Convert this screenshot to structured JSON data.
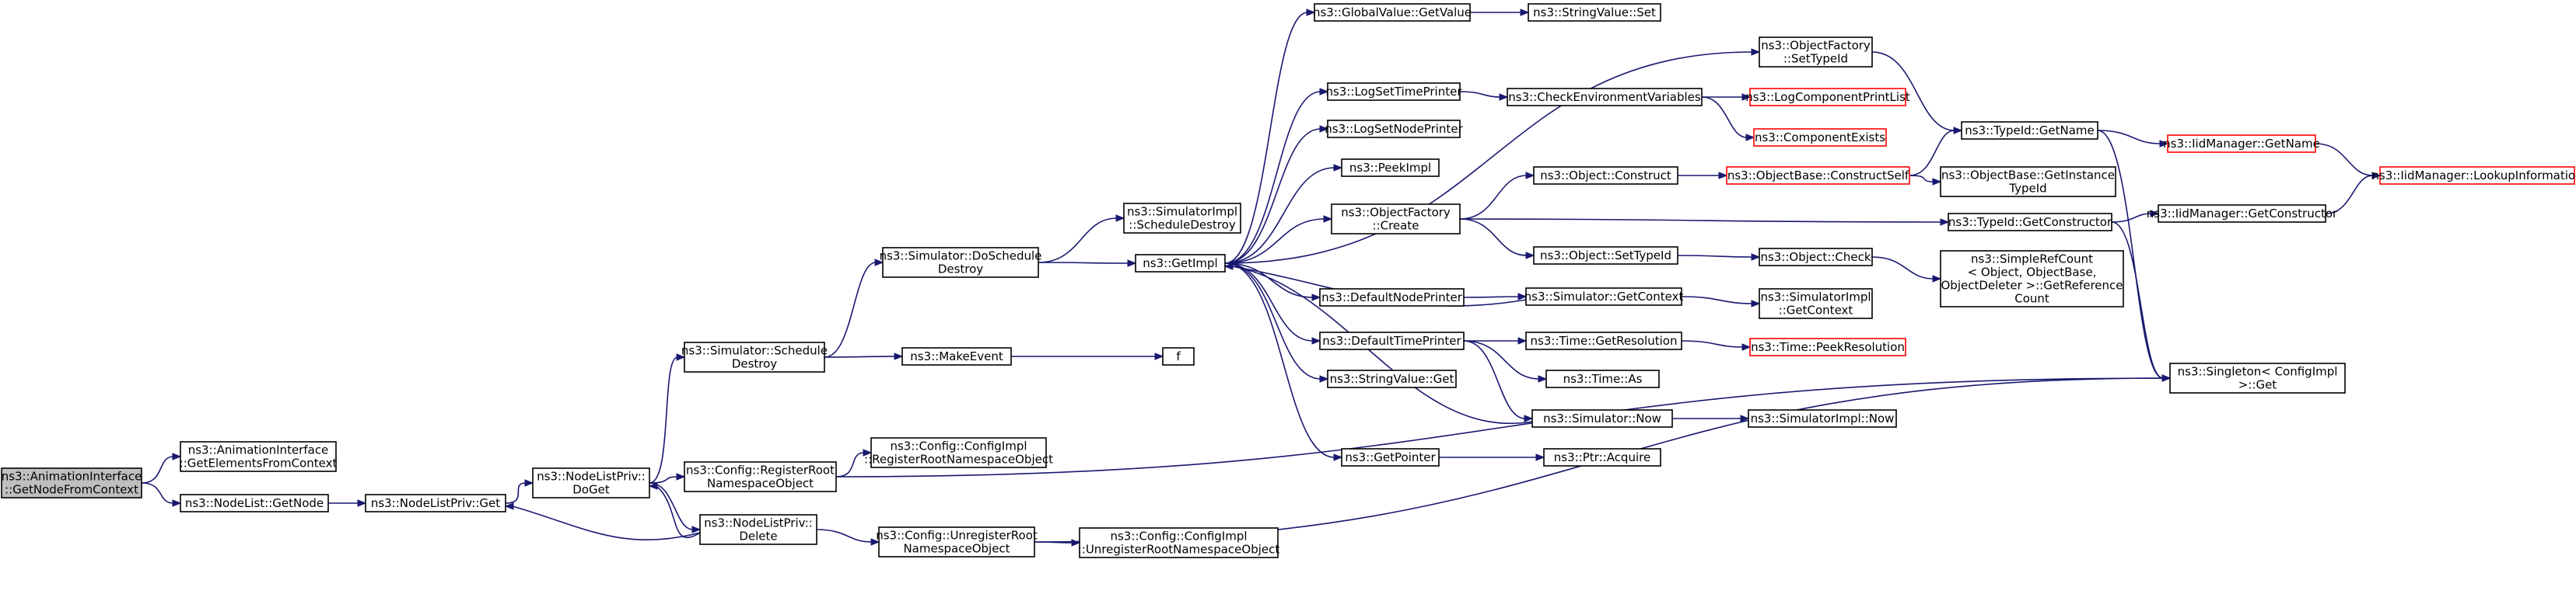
{
  "colors": {
    "edge": "#191970",
    "box_border": "#000000",
    "box_border_missing": "#ff0000",
    "box_fill": "#ffffff",
    "root_fill": "#bfbfbf"
  },
  "nodes": {
    "n0": {
      "lines": [
        "ns3::AnimationInterface",
        "::GetNodeFromContext"
      ],
      "style": "root"
    },
    "n1": {
      "lines": [
        "ns3::AnimationInterface",
        "::GetElementsFromContext"
      ],
      "style": "normal"
    },
    "n2": {
      "lines": [
        "ns3::NodeList::GetNode"
      ],
      "style": "normal"
    },
    "n3": {
      "lines": [
        "ns3::NodeListPriv::Get"
      ],
      "style": "normal"
    },
    "n4": {
      "lines": [
        "ns3::NodeListPriv::",
        "DoGet"
      ],
      "style": "normal"
    },
    "n5": {
      "lines": [
        "ns3::Simulator::Schedule",
        "Destroy"
      ],
      "style": "normal"
    },
    "n6": {
      "lines": [
        "ns3::Config::RegisterRoot",
        "NamespaceObject"
      ],
      "style": "normal"
    },
    "n7": {
      "lines": [
        "ns3::NodeListPriv::",
        "Delete"
      ],
      "style": "normal"
    },
    "n8": {
      "lines": [
        "ns3::Simulator::DoSchedule",
        "Destroy"
      ],
      "style": "normal"
    },
    "n9": {
      "lines": [
        "ns3::MakeEvent"
      ],
      "style": "normal"
    },
    "n10": {
      "lines": [
        "ns3::Config::ConfigImpl",
        "::RegisterRootNamespaceObject"
      ],
      "style": "normal"
    },
    "n11": {
      "lines": [
        "ns3::Config::UnregisterRoot",
        "NamespaceObject"
      ],
      "style": "normal"
    },
    "n12": {
      "lines": [
        "ns3::Config::ConfigImpl",
        "::UnregisterRootNamespaceObject"
      ],
      "style": "normal"
    },
    "n13": {
      "lines": [
        "ns3::SimulatorImpl",
        "::ScheduleDestroy"
      ],
      "style": "normal"
    },
    "n14": {
      "lines": [
        "ns3::GetImpl"
      ],
      "style": "normal"
    },
    "n15": {
      "lines": [
        "f"
      ],
      "style": "normal"
    },
    "n16": {
      "lines": [
        "ns3::GlobalValue::GetValue"
      ],
      "style": "normal"
    },
    "n17": {
      "lines": [
        "ns3::LogSetTimePrinter"
      ],
      "style": "normal"
    },
    "n18": {
      "lines": [
        "ns3::LogSetNodePrinter"
      ],
      "style": "normal"
    },
    "n19": {
      "lines": [
        "ns3::PeekImpl"
      ],
      "style": "normal"
    },
    "n20": {
      "lines": [
        "ns3::ObjectFactory",
        "::Create"
      ],
      "style": "normal"
    },
    "n21": {
      "lines": [
        "ns3::DefaultNodePrinter"
      ],
      "style": "normal"
    },
    "n22": {
      "lines": [
        "ns3::DefaultTimePrinter"
      ],
      "style": "normal"
    },
    "n23": {
      "lines": [
        "ns3::StringValue::Get"
      ],
      "style": "normal"
    },
    "n24": {
      "lines": [
        "ns3::GetPointer"
      ],
      "style": "normal"
    },
    "n25": {
      "lines": [
        "ns3::StringValue::Set"
      ],
      "style": "normal"
    },
    "n26": {
      "lines": [
        "ns3::CheckEnvironmentVariables"
      ],
      "style": "normal"
    },
    "n27": {
      "lines": [
        "ns3::Object::Construct"
      ],
      "style": "normal"
    },
    "n28": {
      "lines": [
        "ns3::Object::SetTypeId"
      ],
      "style": "normal"
    },
    "n29": {
      "lines": [
        "ns3::Simulator::GetContext"
      ],
      "style": "normal"
    },
    "n30": {
      "lines": [
        "ns3::Time::GetResolution"
      ],
      "style": "normal"
    },
    "n31": {
      "lines": [
        "ns3::Time::As"
      ],
      "style": "normal"
    },
    "n32": {
      "lines": [
        "ns3::Simulator::Now"
      ],
      "style": "normal"
    },
    "n33": {
      "lines": [
        "ns3::Ptr::Acquire"
      ],
      "style": "normal"
    },
    "n34": {
      "lines": [
        "ns3::ObjectFactory",
        "::SetTypeId"
      ],
      "style": "normal"
    },
    "n35": {
      "lines": [
        "ns3::LogComponentPrintList"
      ],
      "style": "missing"
    },
    "n36": {
      "lines": [
        "ns3::ComponentExists"
      ],
      "style": "missing"
    },
    "n37": {
      "lines": [
        "ns3::ObjectBase::ConstructSelf"
      ],
      "style": "missing"
    },
    "n38": {
      "lines": [
        "ns3::Object::Check"
      ],
      "style": "normal"
    },
    "n39": {
      "lines": [
        "ns3::SimulatorImpl",
        "::GetContext"
      ],
      "style": "normal"
    },
    "n40": {
      "lines": [
        "ns3::Time::PeekResolution"
      ],
      "style": "missing"
    },
    "n41": {
      "lines": [
        "ns3::SimulatorImpl::Now"
      ],
      "style": "normal"
    },
    "n42": {
      "lines": [
        "ns3::TypeId::GetName"
      ],
      "style": "normal"
    },
    "n43": {
      "lines": [
        "ns3::ObjectBase::GetInstance",
        "TypeId"
      ],
      "style": "normal"
    },
    "n44": {
      "lines": [
        "ns3::TypeId::GetConstructor"
      ],
      "style": "normal"
    },
    "n45": {
      "lines": [
        "ns3::SimpleRefCount",
        "< Object, ObjectBase,",
        " ObjectDeleter >::GetReference",
        "Count"
      ],
      "style": "normal"
    },
    "n46": {
      "lines": [
        "ns3::IidManager::GetName"
      ],
      "style": "missing"
    },
    "n47": {
      "lines": [
        "ns3::IidManager::GetConstructor"
      ],
      "style": "normal"
    },
    "n48": {
      "lines": [
        "ns3::Singleton< ConfigImpl",
        " >::Get"
      ],
      "style": "normal"
    },
    "n49": {
      "lines": [
        "ns3::IidManager::LookupInformation"
      ],
      "style": "missing"
    }
  },
  "edges": [
    [
      "n0",
      "n1"
    ],
    [
      "n0",
      "n2"
    ],
    [
      "n2",
      "n3"
    ],
    [
      "n3",
      "n4"
    ],
    [
      "n4",
      "n5"
    ],
    [
      "n4",
      "n6"
    ],
    [
      "n4",
      "n7"
    ],
    [
      "n5",
      "n8"
    ],
    [
      "n5",
      "n9"
    ],
    [
      "n6",
      "n10"
    ],
    [
      "n6",
      "n48"
    ],
    [
      "n7",
      "n3"
    ],
    [
      "n7",
      "n4"
    ],
    [
      "n7",
      "n11"
    ],
    [
      "n8",
      "n13"
    ],
    [
      "n8",
      "n14"
    ],
    [
      "n9",
      "n15"
    ],
    [
      "n11",
      "n12"
    ],
    [
      "n11",
      "n48"
    ],
    [
      "n14",
      "n16"
    ],
    [
      "n14",
      "n17"
    ],
    [
      "n14",
      "n18"
    ],
    [
      "n14",
      "n19"
    ],
    [
      "n14",
      "n20"
    ],
    [
      "n14",
      "n21"
    ],
    [
      "n14",
      "n22"
    ],
    [
      "n14",
      "n23"
    ],
    [
      "n14",
      "n24"
    ],
    [
      "n14",
      "n34"
    ],
    [
      "n16",
      "n25"
    ],
    [
      "n17",
      "n26"
    ],
    [
      "n20",
      "n27"
    ],
    [
      "n20",
      "n28"
    ],
    [
      "n20",
      "n44"
    ],
    [
      "n21",
      "n29"
    ],
    [
      "n22",
      "n30"
    ],
    [
      "n22",
      "n31"
    ],
    [
      "n22",
      "n32"
    ],
    [
      "n24",
      "n33"
    ],
    [
      "n26",
      "n35"
    ],
    [
      "n26",
      "n36"
    ],
    [
      "n27",
      "n37"
    ],
    [
      "n28",
      "n38"
    ],
    [
      "n29",
      "n39"
    ],
    [
      "n29",
      "n14"
    ],
    [
      "n30",
      "n40"
    ],
    [
      "n32",
      "n41"
    ],
    [
      "n32",
      "n14"
    ],
    [
      "n34",
      "n42"
    ],
    [
      "n37",
      "n42"
    ],
    [
      "n37",
      "n43"
    ],
    [
      "n38",
      "n45"
    ],
    [
      "n42",
      "n46"
    ],
    [
      "n42",
      "n48"
    ],
    [
      "n44",
      "n47"
    ],
    [
      "n44",
      "n48"
    ],
    [
      "n46",
      "n49"
    ],
    [
      "n47",
      "n49"
    ]
  ]
}
